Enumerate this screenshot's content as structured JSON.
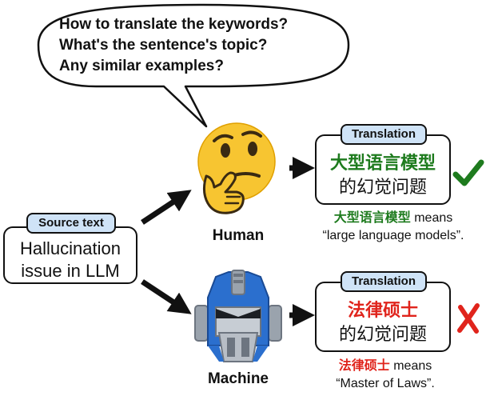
{
  "bubble": {
    "lines": [
      "How to translate the keywords?",
      "What's the sentence's topic?",
      "Any similar examples?"
    ]
  },
  "source": {
    "tag": "Source text",
    "line1": "Hallucination",
    "line2": "issue in LLM"
  },
  "human": {
    "label": "Human",
    "icon": "thinking-face-emoji",
    "translation_tag": "Translation",
    "keyword": "大型语言模型",
    "rest": "的幻觉问题",
    "caption_keyword": "大型语言模型",
    "caption_means": " means",
    "caption_line2": "“large language models”.",
    "verdict_icon": "check-mark-icon",
    "verdict_color": "#1e7b1e"
  },
  "machine": {
    "label": "Machine",
    "icon": "robot-head-icon",
    "translation_tag": "Translation",
    "keyword": "法律硕士",
    "rest": "的幻觉问题",
    "caption_keyword": "法律硕士",
    "caption_means": " means",
    "caption_line2": "“Master of Laws”.",
    "verdict_icon": "cross-mark-icon",
    "verdict_color": "#e0241c"
  },
  "colors": {
    "tag_fill": "#cfe3f7",
    "emoji_yellow": "#f7c531",
    "robot_blue": "#2b6fce"
  }
}
